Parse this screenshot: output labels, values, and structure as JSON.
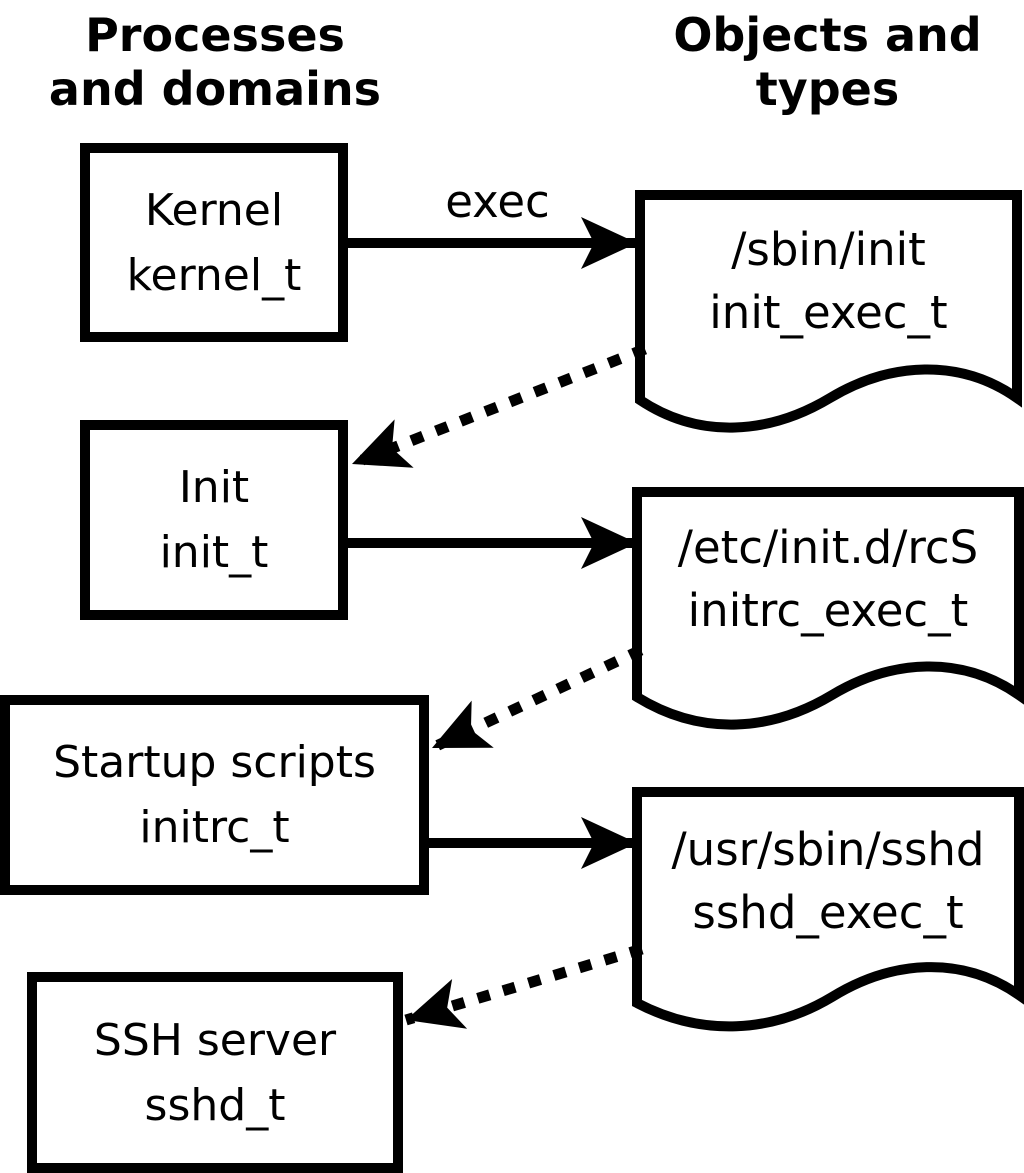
{
  "headers": {
    "left": {
      "line1": "Processes",
      "line2": "and domains"
    },
    "right": {
      "line1": "Objects and",
      "line2": "types"
    }
  },
  "labels": {
    "exec": "exec"
  },
  "processes": [
    {
      "name": "Kernel",
      "type": "kernel_t"
    },
    {
      "name": "Init",
      "type": "init_t"
    },
    {
      "name": "Startup scripts",
      "type": "initrc_t"
    },
    {
      "name": "SSH server",
      "type": "sshd_t"
    }
  ],
  "objects": [
    {
      "path": "/sbin/init",
      "type": "init_exec_t"
    },
    {
      "path": "/etc/init.d/rcS",
      "type": "initrc_exec_t"
    },
    {
      "path": "/usr/sbin/sshd",
      "type": "sshd_exec_t"
    }
  ],
  "colors": {
    "foreground": "#000000",
    "background": "#ffffff"
  }
}
